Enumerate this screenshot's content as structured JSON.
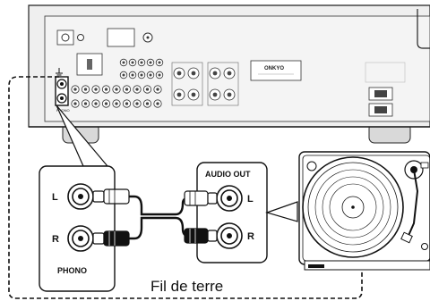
{
  "receiver": {
    "brand": "ONKYO",
    "phono_label": "PHONO"
  },
  "phono_panel": {
    "left_label": "L",
    "right_label": "R",
    "title": "PHONO"
  },
  "turntable_panel": {
    "title": "AUDIO OUT",
    "left_label": "L",
    "right_label": "R"
  },
  "caption": "Fil de terre"
}
